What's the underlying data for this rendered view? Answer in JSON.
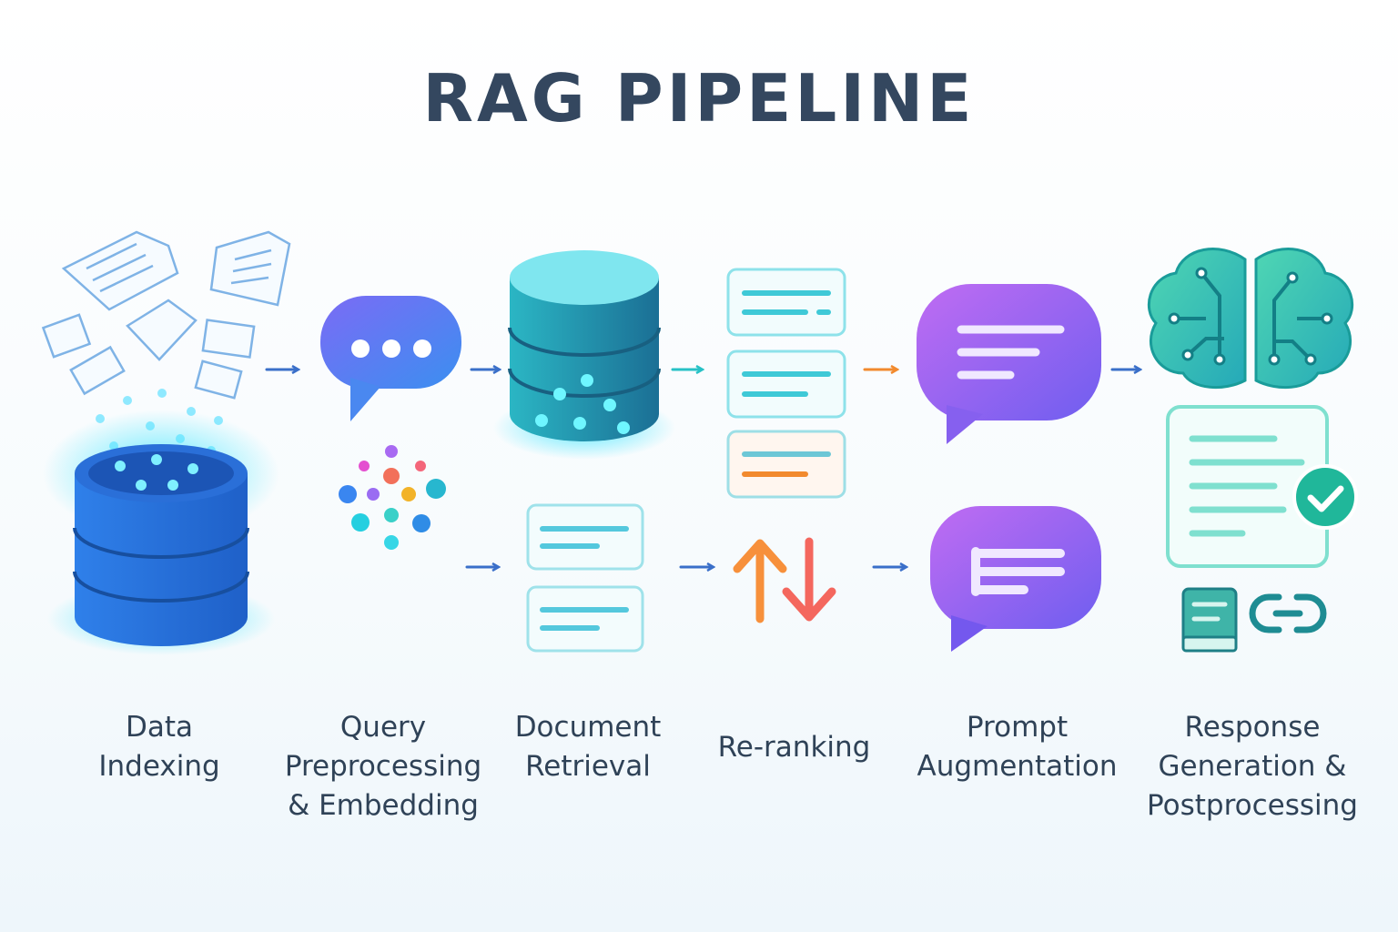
{
  "title": "RAG PIPELINE",
  "colors": {
    "title_text": "#34475f",
    "label_text": "#2f4257",
    "blue_database": "#2f7de6",
    "teal_database": "#1f9fb3",
    "arrow_blue": "#3a6fc9",
    "arrow_teal": "#27c1c6",
    "arrow_orange": "#f28a2e",
    "rerank_up": "#f7903b",
    "rerank_down": "#f4675e",
    "bubble_purple": "#8a5cf0",
    "brain_teal": "#2ec2a9",
    "check_green": "#20b79a"
  },
  "stages": [
    {
      "id": "data-indexing",
      "label": "Data\nIndexing",
      "icons": [
        "documents-icon",
        "database-icon"
      ]
    },
    {
      "id": "query-preprocessing",
      "label": "Query\nPreprocessing\n& Embedding",
      "icons": [
        "chat-bubble-icon",
        "embedding-dots-icon"
      ]
    },
    {
      "id": "document-retrieval",
      "label": "Document\nRetrieval",
      "icons": [
        "vector-database-icon",
        "document-cards-icon"
      ]
    },
    {
      "id": "re-ranking",
      "label": "Re-ranking",
      "icons": [
        "ranked-cards-icon",
        "sort-arrows-icon"
      ]
    },
    {
      "id": "prompt-augmentation",
      "label": "Prompt\nAugmentation",
      "icons": [
        "prompt-bubble-icon",
        "augmented-prompt-bubble-icon"
      ]
    },
    {
      "id": "response-generation",
      "label": "Response\nGeneration &\nPostprocessing",
      "icons": [
        "brain-icon",
        "response-document-icon",
        "check-icon",
        "book-icon",
        "link-icon"
      ]
    }
  ]
}
